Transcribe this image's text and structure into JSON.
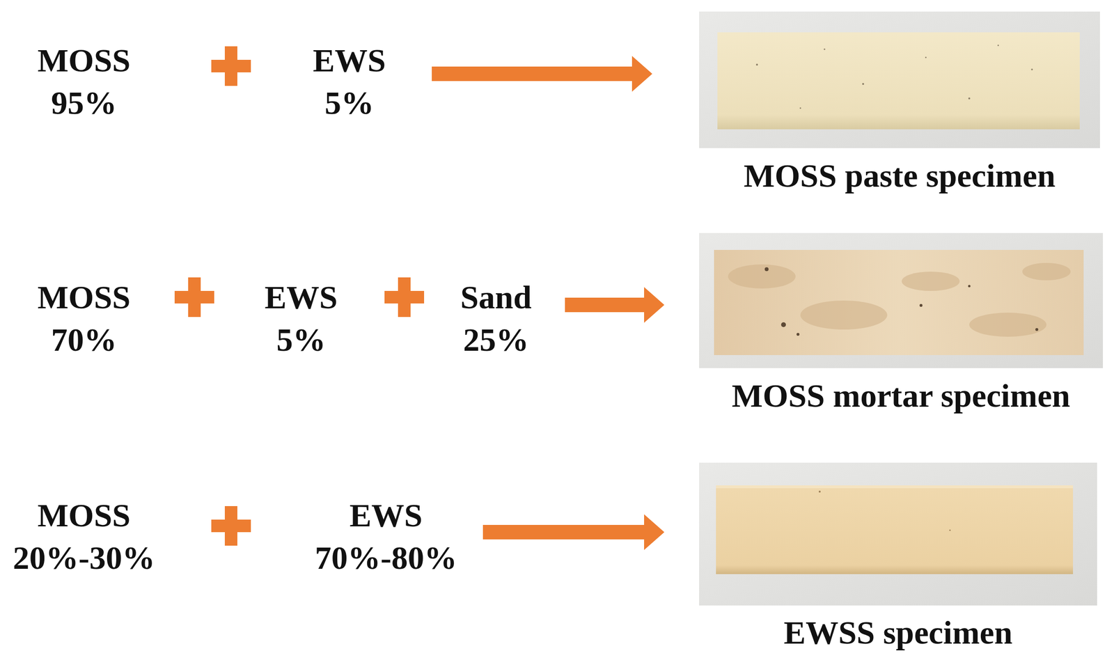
{
  "diagram": {
    "nodes": [
      {
        "text": [
          "MOSS paste specimen"
        ]
      },
      {
        "text": [
          "MOSS mortar specimen"
        ]
      },
      {
        "text": [
          "EWSS specimen"
        ]
      }
    ],
    "labels": [
      "MOSS",
      "95%",
      "EWS",
      "5%",
      "MOSS",
      "70%",
      "EWS",
      "5%",
      "Sand",
      "25%",
      "MOSS",
      "20%-30%",
      "EWS",
      "70%-80%"
    ]
  }
}
